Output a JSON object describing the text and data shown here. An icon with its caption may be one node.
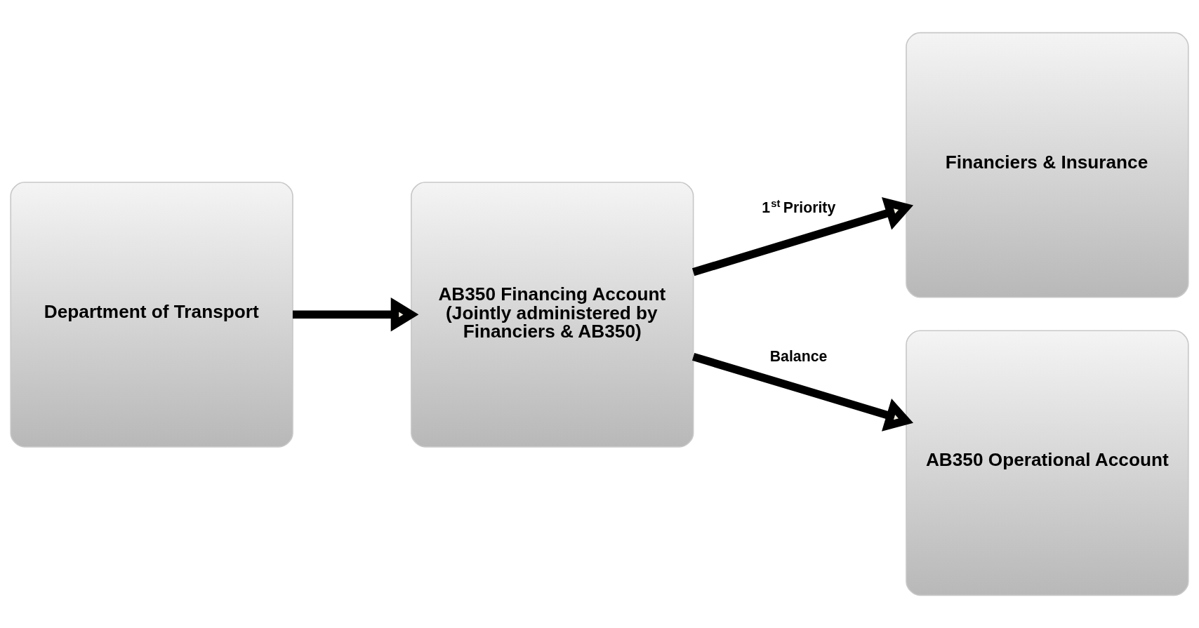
{
  "diagram": {
    "nodes": [
      {
        "text": [
          "Department of Transport"
        ]
      },
      {
        "text": [
          "AB350 Financing Account (Jointly administered by Financiers & AB350)"
        ]
      },
      {
        "text": [
          "Financiers & Insurance"
        ]
      },
      {
        "text": [
          "AB350 Operational Account"
        ]
      }
    ],
    "edges": [
      {
        "from": 0,
        "to": 1,
        "arrow": "to"
      },
      {
        "from": 1,
        "to": 2,
        "arrow": "to",
        "label": "1$^{st}$ Priority"
      },
      {
        "from": 1,
        "to": 3,
        "arrow": "to",
        "label": "Balance"
      }
    ]
  }
}
